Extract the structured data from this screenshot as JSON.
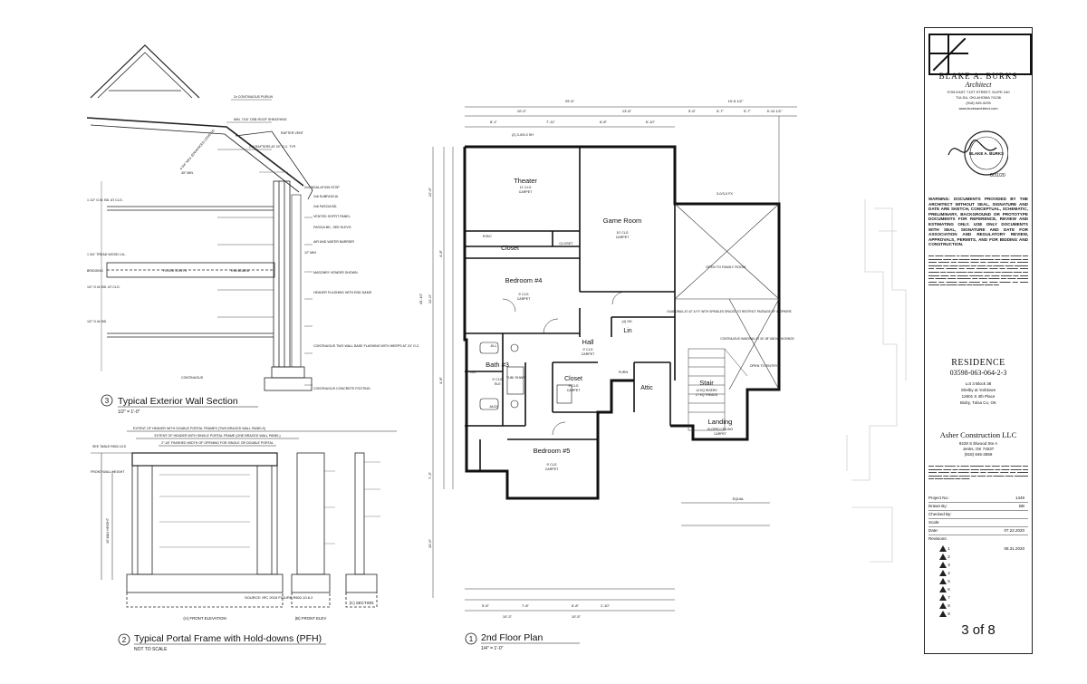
{
  "drawing": {
    "wall_section": {
      "number": "3",
      "title": "Typical Exterior Wall Section",
      "scale": "1/2\" = 1'-0\"",
      "notes_left": [
        "1 1/2\" G.W. BD. AT CLG.",
        "1 3/4\" TREAD WOOD LVL.",
        "1/2\" G.W. BD. AT CLG.",
        "1/2\" G.W. BD."
      ],
      "notes_right": [
        "2x CONTINUOUS PURLIN",
        "MIN. 7/16\" OSB ROOF SHEATHING",
        "RAFTER VENT",
        "2x8 RAFTERS AT 24\" O.C. TYP.",
        "2x4 INSULATION STOP",
        "2x6 SUBFASCIA",
        "2x6 FASCIA BD.",
        "VENTED SOFFIT PANEL",
        "FASCIA BD., SEE ELEVS.",
        "AIR AND WATER BARRIER",
        "MASONRY VENEER SHOWN",
        "HEADER FLASHING WITH END DAMS",
        "CONTINUOUS TWO WALL BASE FLASHING WITH WEEPS AT 24\" O.C.",
        "CONTINUOUS CONCRETE FOOTING"
      ],
      "labels": [
        "4-3/4\" MAX (ENHANCED LENGTH)",
        "45° MIN",
        "12\" MIN",
        "FLOOR JOISTS",
        "RIM BOARD",
        "BRIDGING",
        "CONTINUOUS"
      ]
    },
    "portal_frame": {
      "number": "2",
      "title": "Typical Portal Frame with Hold-downs (PFH)",
      "scale": "NOT TO SCALE",
      "top_notes": [
        "EXTENT OF HEADER WITH DOUBLE PORTAL FRAMES (TWO BRACED WALL PANELS)",
        "EXTENT OF HEADER WITH SINGLE PORTAL FRAME (ONE BRACED WALL PANEL)",
        "2\"-18\" FINISHED WIDTH OF OPENING FOR SINGLE OR DOUBLE PORTAL"
      ],
      "views": [
        "(A) FRONT ELEVATION",
        "(B) FRONT ELEV",
        "(C) SECTION"
      ],
      "source": "SOURCE:  IRC 2015 FIGURE R602.10.6.2",
      "side_labels": [
        "SEE TABLE R602.10.5",
        "FRONT WALL HEIGHT",
        "10' MAX HEIGHT"
      ]
    },
    "floor_plan": {
      "number": "1",
      "title": "2nd Floor Plan",
      "scale": "1/4\" = 1'-0\"",
      "overall_top": "29'-6\"",
      "overall_right": "19'-6 1/2\"",
      "top_dims": [
        "10'-0\"",
        "13'-8\"",
        "5'-6\"",
        "5'-7\"",
        "5'-7\"",
        "5'-10 1/2\""
      ],
      "sub_dims": [
        "8'-1\"",
        "7'-11\"",
        "6'-8\"",
        "6'-10\""
      ],
      "left_dims": [
        "12'-6\"",
        "4'-8\"",
        "12'-0\"",
        "4'-8\"",
        "7'-3\"",
        "10'-5\"",
        "43'-10\""
      ],
      "bottom_dims": [
        "5'-6\"",
        "7'-8\"",
        "6'-8\"",
        "1'-10\"",
        "10'-3\"",
        "10'-5\""
      ],
      "rooms": [
        {
          "name": "Theater",
          "sub": "11' CLG",
          "finish": "CARPET"
        },
        {
          "name": "Game Room",
          "sub": "10' CLG",
          "finish": "CARPET"
        },
        {
          "name": "Closet",
          "sub": "",
          "finish": ""
        },
        {
          "name": "Bedroom #4",
          "sub": "9' CLG",
          "finish": "CARPET"
        },
        {
          "name": "Hall",
          "sub": "9' CLG",
          "finish": "CARPET"
        },
        {
          "name": "Lin",
          "sub": "",
          "finish": ""
        },
        {
          "name": "Bath #3",
          "sub": "9' CLG",
          "finish": "TILE"
        },
        {
          "name": "Closet",
          "sub": "9' CLG",
          "finish": "CARPET"
        },
        {
          "name": "Attic",
          "sub": "",
          "finish": ""
        },
        {
          "name": "Stair",
          "sub": "14 EQ RISERS",
          "finish": "17 EQ TREADS"
        },
        {
          "name": "Landing",
          "sub": "SLOPED CEILING",
          "finish": "CARPET"
        },
        {
          "name": "Bedroom #5",
          "sub": "9' CLG",
          "finish": "CARPET"
        }
      ],
      "small_labels": [
        "JILL",
        "JACK",
        "LIN",
        "TUB/ SHWR.",
        "R/S/C",
        "CLOSET",
        "FURN",
        "OPEN TO FAMILY ROOM",
        "OPEN TO ENTRY",
        "CONTINUOUS HANDRAIL AT 34\"-38\" ABOVE NOSINGS",
        "GUARDRAIL AT 42\" A.F.F. WITH SPINDLES SPACED TO RESTRICT PASSAGE OF 4\" SPHERE",
        "(4) SH",
        "(2) 3-0/5-0 SH",
        "3-0/3-0 FX",
        "EQUAL"
      ]
    }
  },
  "title_block": {
    "firm": "BLAKE A. BURKS",
    "firm_sub": "Architect",
    "address": [
      "3705 EAST 71ST STREET, SUITE 240",
      "TULSA, OKLAHOMA 74136",
      "(918) 949-3235",
      "www.burksarchitect.com"
    ],
    "seal_text": "BLAKE A. BURKS",
    "seal_date": "8/31/20",
    "warning": "WARNING: DOCUMENTS PROVIDED BY THE ARCHITECT WITHOUT SEAL, SIGNATURE AND DATE ARE SKETCH, CONCEPTUAL, SCHEMATIC, PRELIMINARY, BACKGROUND OR PROTOTYPE DOCUMENTS FOR REFERENCE, REVIEW AND ESTIMATING ONLY. USE ONLY DOCUMENTS WITH SEAL, SIGNATURE AND DATE FOR ASSOCIATION AND REGULATORY REVIEW, APPROVALS, PERMITS, AND FOR BIDDING AND CONSTRUCTION.",
    "project_name": "RESIDENCE",
    "project_code": "03598-063-064-2-3",
    "lot": [
      "Lot 3 Block 38",
      "Shelby at Yorktown",
      "12601 S 4th Place",
      "Bixby, Tulsa Co, OK"
    ],
    "builder": "Asher Construction LLC",
    "builder_addr": [
      "9228 S Elwood Ste A",
      "Jenks, OK 74037",
      "(918) 845-2859"
    ],
    "fields": [
      {
        "label": "Project No.:",
        "value": "1449"
      },
      {
        "label": "Drawn By:",
        "value": "BB"
      },
      {
        "label": "Checked By:",
        "value": ""
      },
      {
        "label": "Scale:",
        "value": ""
      },
      {
        "label": "Date:",
        "value": "07.22.2020"
      },
      {
        "label": "Revisions:",
        "value": ""
      }
    ],
    "revisions": [
      {
        "num": "1",
        "date": "08.31.2020"
      },
      {
        "num": "2",
        "date": ""
      },
      {
        "num": "3",
        "date": ""
      },
      {
        "num": "4",
        "date": ""
      },
      {
        "num": "5",
        "date": ""
      },
      {
        "num": "6",
        "date": ""
      },
      {
        "num": "7",
        "date": ""
      },
      {
        "num": "8",
        "date": ""
      },
      {
        "num": "9",
        "date": ""
      }
    ],
    "sheet": "3 of 8"
  }
}
